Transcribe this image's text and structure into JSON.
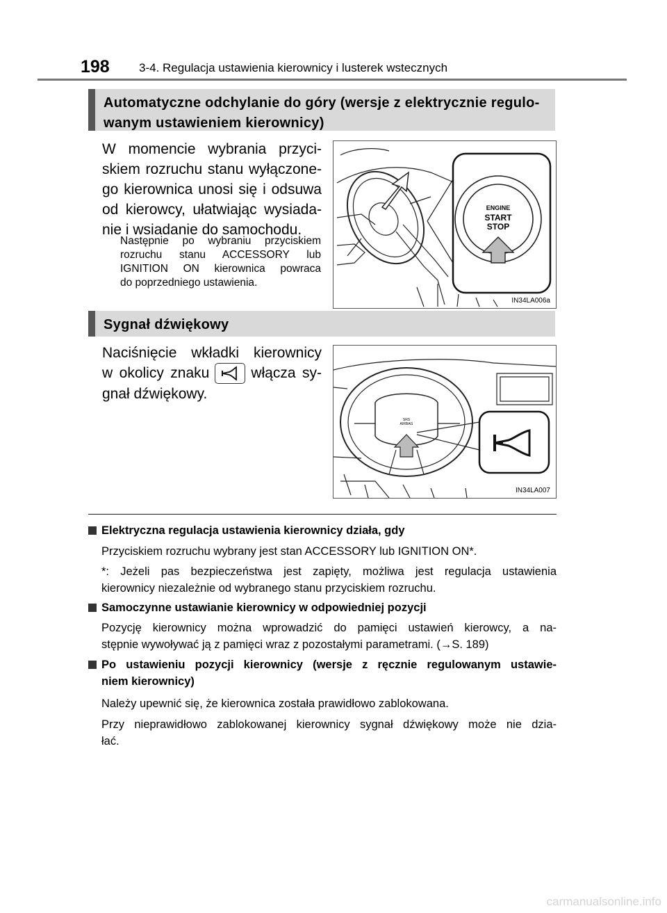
{
  "header": {
    "page_number": "198",
    "chapter": "3-4. Regulacja ustawienia kierownicy i lusterek wstecznych"
  },
  "section1": {
    "title_lines": [
      "Automatyczne odchylanie do góry (wersje z elektrycznie regulo-",
      "wanym ustawieniem kierownicy)"
    ],
    "body_lines": [
      "W momencie wybrania przyci-",
      "skiem rozruchu stanu wyłączone-",
      "go kierownica unosi się i odsuwa",
      "od kierowcy, ułatwiając wysiada-",
      "nie i wsiadanie do samochodu."
    ],
    "sub_lines": [
      "Następnie po wybraniu przyciskiem",
      "rozruchu stanu ACCESSORY lub",
      "IGNITION ON kierownica powraca",
      "do poprzedniego ustawienia."
    ],
    "figure": {
      "button_text": [
        "ENGINE",
        "START",
        "STOP"
      ],
      "code": "IN34LA006a"
    }
  },
  "section2": {
    "title": "Sygnał dźwiękowy",
    "body_line1": "Naciśnięcie wkładki kierownicy",
    "body_line2_before": "w okolicy znaku",
    "body_line2_after": "włącza sy-",
    "body_line3": "gnał dźwiękowy.",
    "figure": {
      "airbag_text": [
        "SRS",
        "AIRBAG"
      ],
      "code": "IN34LA007"
    }
  },
  "notes": [
    {
      "title_lines": [
        "Elektryczna regulacja ustawienia kierownicy działa, gdy"
      ],
      "paragraphs": [
        [
          "Przyciskiem rozruchu wybrany jest stan ACCESSORY lub IGNITION ON*."
        ],
        [
          "*: Jeżeli pas bezpieczeństwa jest zapięty, możliwa jest regulacja ustawienia",
          "kierownicy niezależnie od wybranego stanu przyciskiem rozruchu."
        ]
      ]
    },
    {
      "title_lines": [
        "Samoczynne ustawianie kierownicy w odpowiedniej pozycji"
      ],
      "paragraphs": [
        [
          "Pozycję kierownicy można wprowadzić do pamięci ustawień kierowcy, a na-",
          "stępnie wywoływać ją z pamięci wraz z pozostałymi parametrami. (→S. 189)"
        ]
      ]
    },
    {
      "title_lines": [
        "Po ustawieniu pozycji kierownicy (wersje z ręcznie regulowanym ustawie-",
        "niem kierownicy)"
      ],
      "paragraphs": [
        [
          "Należy upewnić się, że kierownica została prawidłowo zablokowana."
        ],
        [
          "Przy nieprawidłowo zablokowanej kierownicy sygnał dźwiękowy może nie dzia-",
          "łać."
        ]
      ]
    }
  ],
  "watermark": "carmanualsonline.info"
}
